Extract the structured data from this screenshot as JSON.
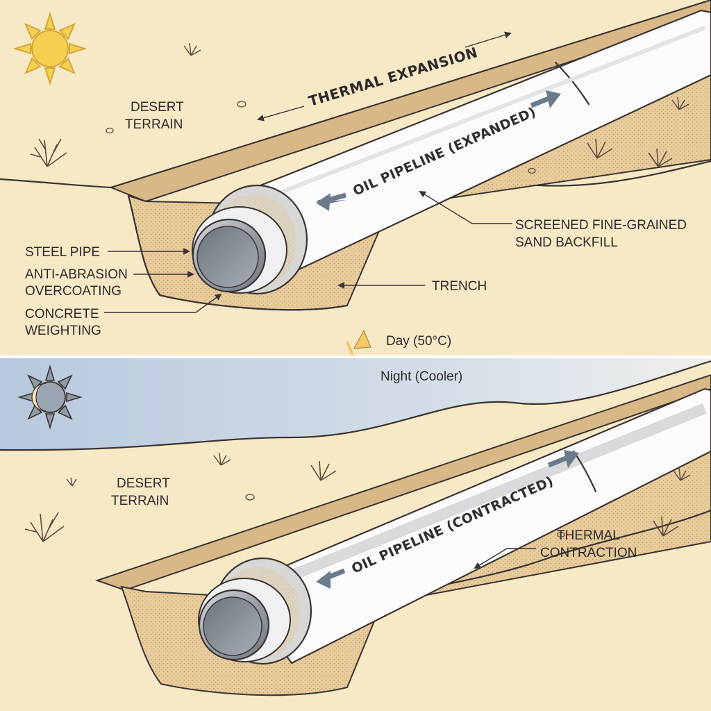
{
  "top_panel": {
    "title": "THERMAL EXPANSION",
    "terrain_label_line1": "DESERT",
    "terrain_label_line2": "TERRAIN",
    "pipeline_label": "OIL PIPELINE (EXPANDED)",
    "steel_pipe": "STEEL PIPE",
    "overcoating_line1": "ANTI-ABRASION",
    "overcoating_line2": "OVERCOATING",
    "concrete_line1": "CONCRETE",
    "concrete_line2": "WEIGHTING",
    "backfill_line1": "SCREENED FINE-GRAINED",
    "backfill_line2": "SAND BACKFILL",
    "trench": "TRENCH"
  },
  "cycle": {
    "day": "Day (50°C)",
    "night": "Night (Cooler)"
  },
  "bottom_panel": {
    "terrain_label_line1": "DESERT",
    "terrain_label_line2": "TERRAIN",
    "pipeline_label": "OIL PIPELINE (CONTRACTED)",
    "contraction_line1": "THERMAL",
    "contraction_line2": "CONTRACTION"
  },
  "icons": {
    "top": "sun-icon",
    "bottom": "moon-icon"
  },
  "colors": {
    "sand": "#f7e8c6",
    "trench_fill": "#e9cfa1",
    "sun": "#f5cf50",
    "moon": "#9aa4b3",
    "night_sky": "#c6d4e4",
    "pipe_steel": "#8e949c",
    "pipe_coating": "#f7f7f7",
    "arrow": "#6b7b8c"
  }
}
